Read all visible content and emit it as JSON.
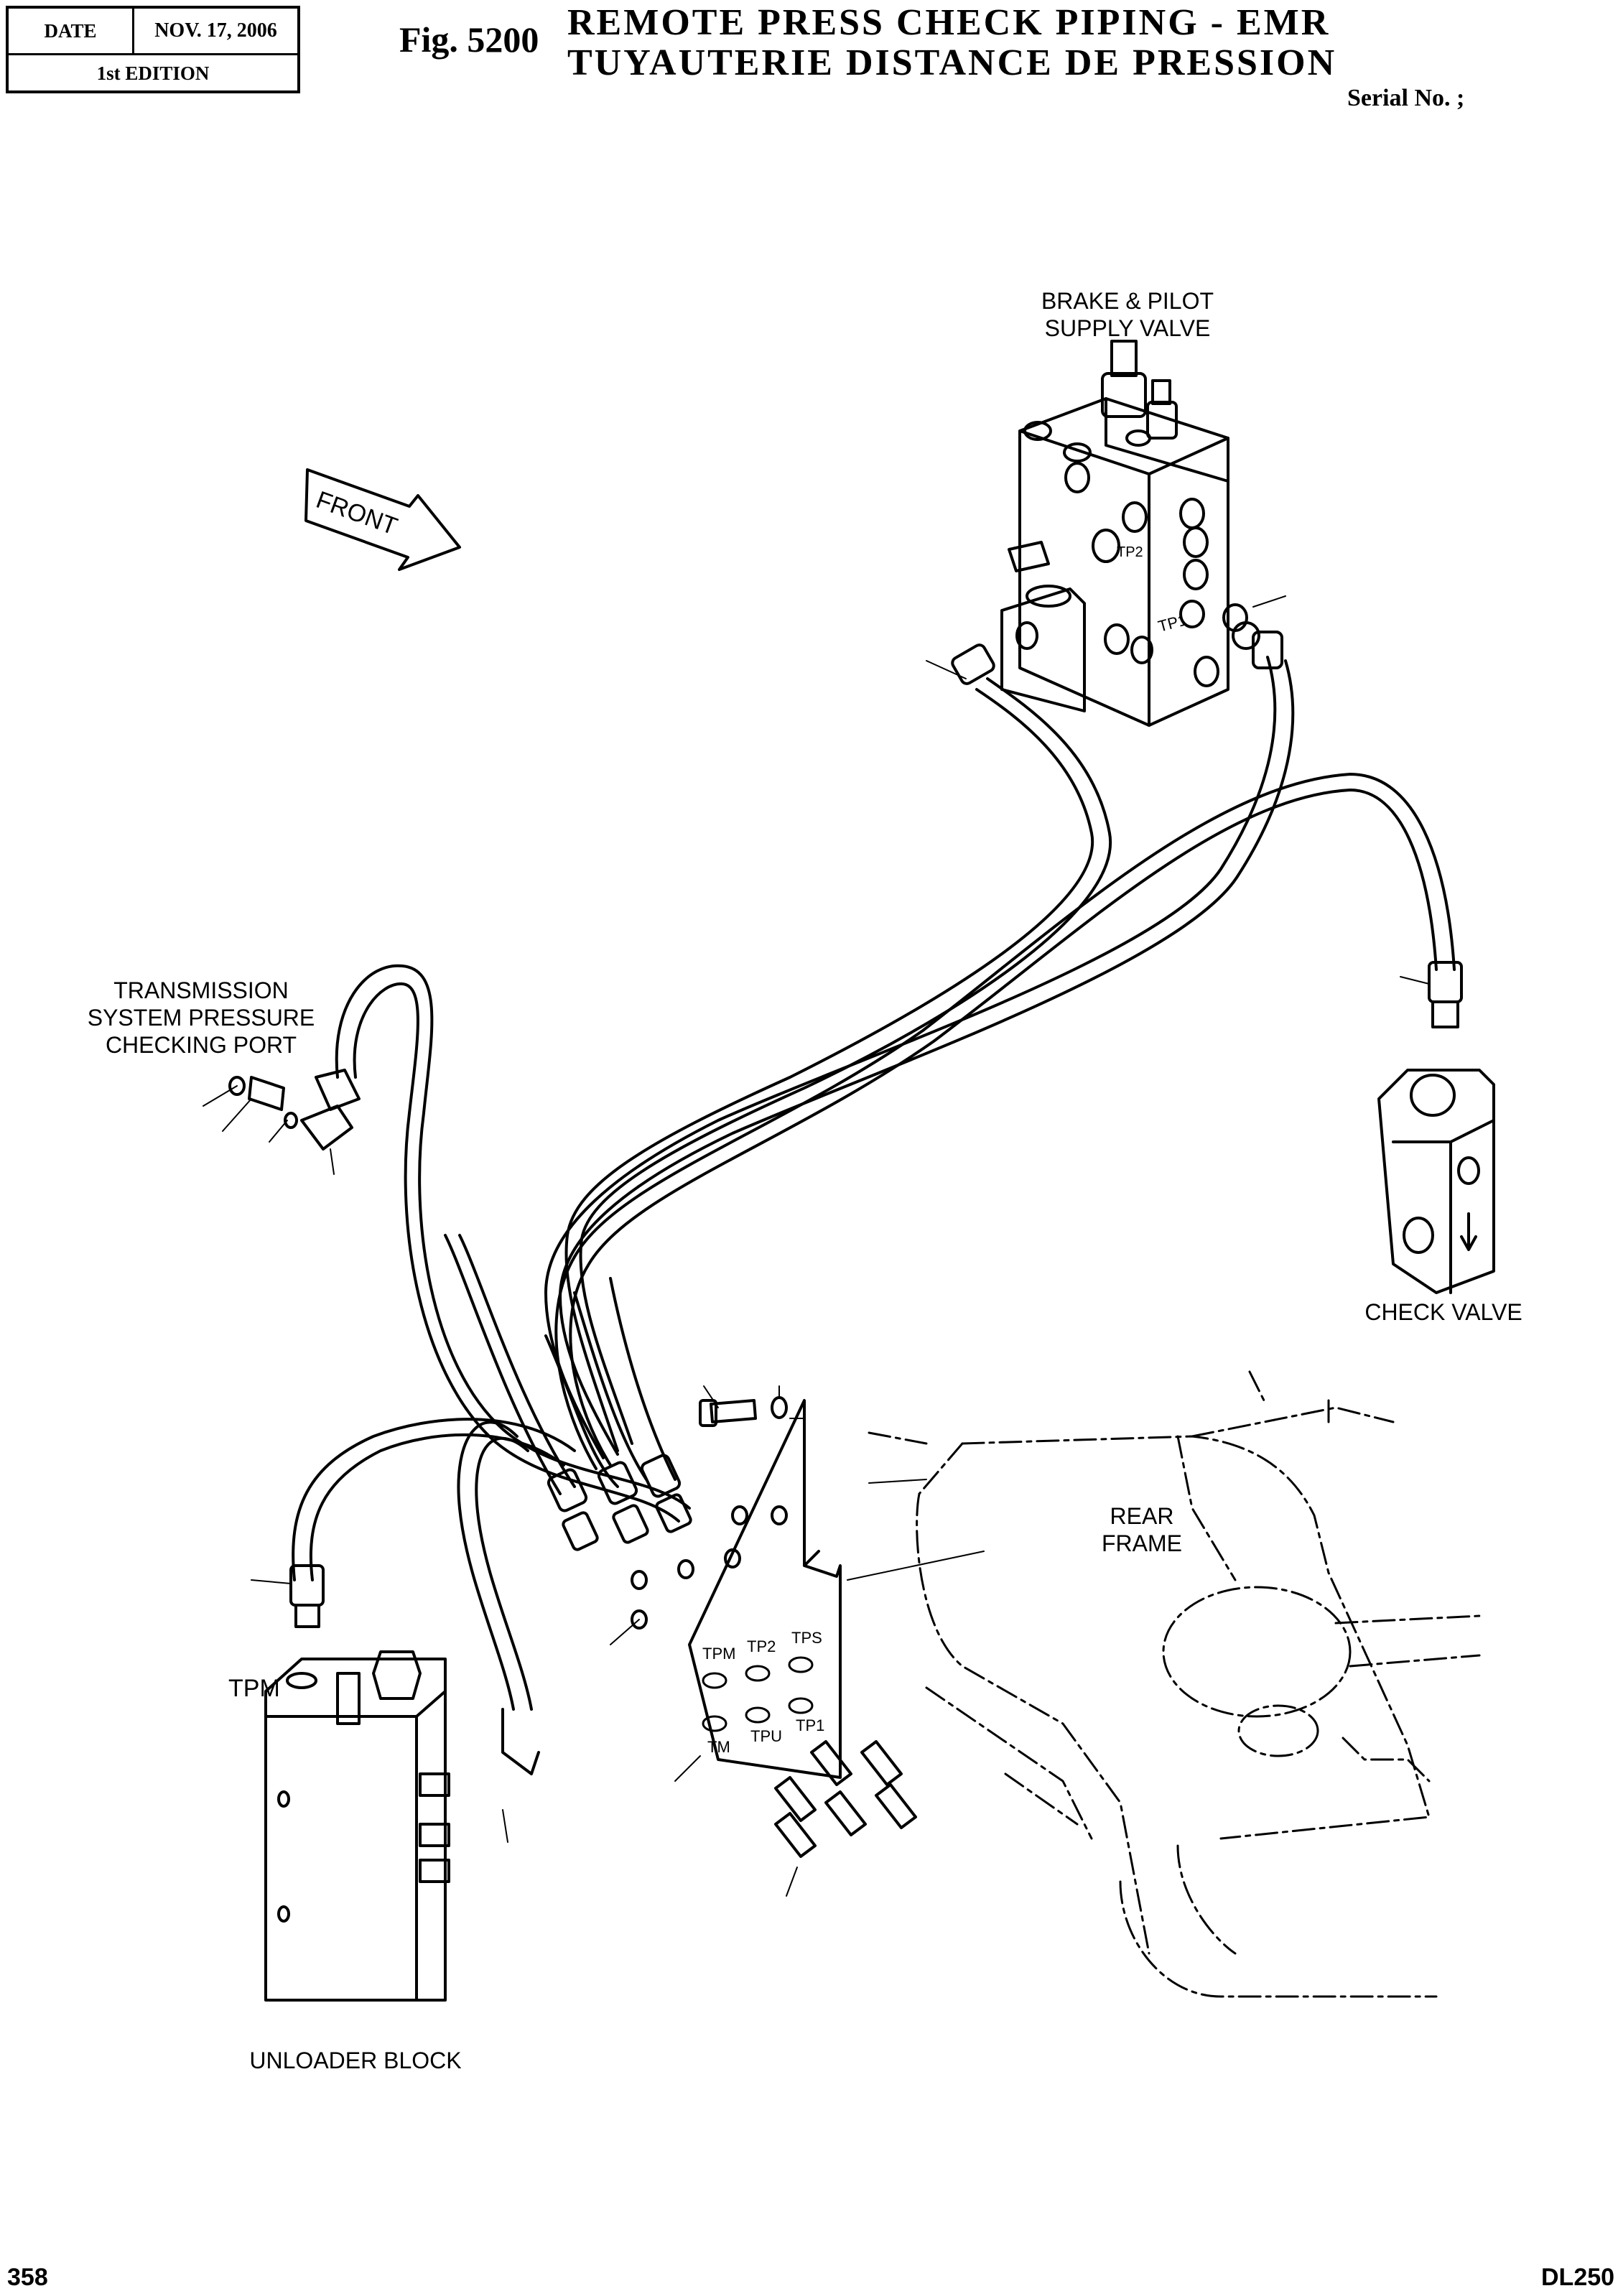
{
  "header": {
    "date_label": "DATE",
    "date_value": "NOV. 17, 2006",
    "edition": "1st EDITION",
    "figure_number": "Fig. 5200",
    "title_en": "REMOTE PRESS CHECK PIPING - EMR",
    "title_fr": "TUYAUTERIE DISTANCE DE PRESSION",
    "serial": "Serial No. ;"
  },
  "labels": {
    "brake_valve_line1": "BRAKE & PILOT",
    "brake_valve_line2": "SUPPLY VALVE",
    "front": "FRONT",
    "transmission_line1": "TRANSMISSION",
    "transmission_line2": "SYSTEM PRESSURE",
    "transmission_line3": "CHECKING PORT",
    "check_valve": "CHECK VALVE",
    "rear_frame_line1": "REAR",
    "rear_frame_line2": "FRAME",
    "tpm": "TPM",
    "unloader_block": "UNLOADER BLOCK",
    "tp2": "TP2",
    "tp1": "TP1"
  },
  "plate_ports": {
    "top_row": [
      "TPM",
      "TP2",
      "TPS"
    ],
    "bottom_row": [
      "TM",
      "TPU",
      "TP1"
    ]
  },
  "footer": {
    "page_number": "358",
    "model": "DL250"
  }
}
